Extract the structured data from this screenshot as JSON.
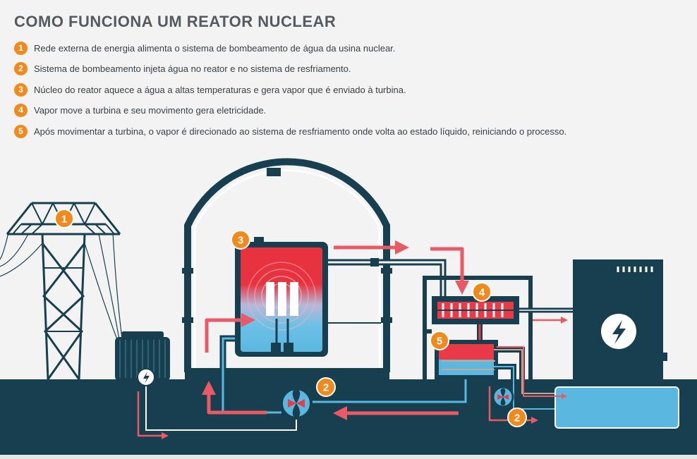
{
  "title": "COMO FUNCIONA UM REATOR NUCLEAR",
  "steps": [
    {
      "number": "1",
      "text": "Rede externa de energia alimenta o sistema de bombeamento de água da usina nuclear."
    },
    {
      "number": "2",
      "text": "Sistema de bombeamento injeta água no reator e no sistema de resfriamento."
    },
    {
      "number": "3",
      "text": "Núcleo do reator aquece a água a altas temperaturas e gera vapor que é enviado à turbina."
    },
    {
      "number": "4",
      "text": "Vapor move a turbina e seu movimento gera eletricidade."
    },
    {
      "number": "5",
      "text": "Após movimentar a turbina, o vapor é direcionado ao sistema de resfriamento onde volta ao estado líquido, reiniciando o processo."
    }
  ],
  "badges": {
    "tower": "1",
    "pump_main": "2",
    "reactor": "3",
    "turbine": "4",
    "condenser": "5",
    "pump_cooling": "2"
  },
  "colors": {
    "dark": "#173f4f",
    "hot": "#e83a47",
    "cold": "#5ab8e0",
    "accent": "#f08a1c",
    "arrow": "#e85a66",
    "background": "#f3f3f3"
  },
  "icons": [
    "power-tower-icon",
    "lightning-icon",
    "fan-icon"
  ]
}
